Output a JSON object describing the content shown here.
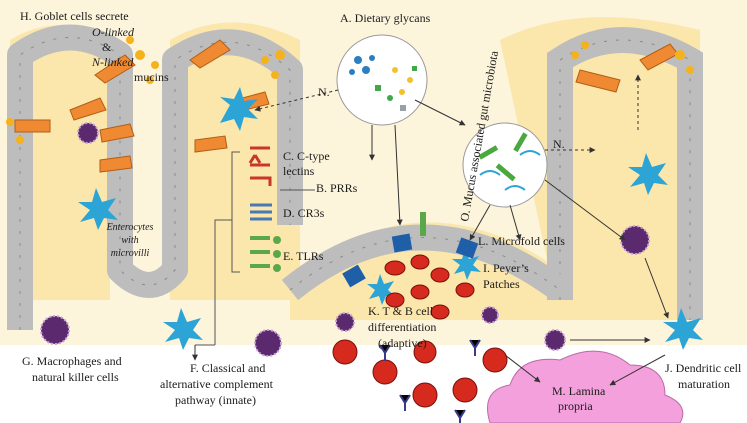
{
  "labels": {
    "a": "A. Dietary glycans",
    "b": "B. PRRs",
    "c1": "C. C-type",
    "c2": "lectins",
    "d": "D. CR3s",
    "e": "E. TLRs",
    "f1": "F. Classical and",
    "f2": "alternative complement",
    "f3": "pathway (innate)",
    "g1": "G. Macrophages and",
    "g2": "natural killer cells",
    "h1": "H. Goblet cells secrete",
    "h2": "O-linked",
    "h3": "&",
    "h4": "N-linked",
    "h5": "mucins",
    "i1": "I. Peyer’s",
    "i2": "Patches",
    "j1": "J. Dendritic cell",
    "j2": "maturation",
    "k1": "K. T & B cell",
    "k2": "differentiation",
    "k3": "(adaptive)",
    "l": "L. Microfold cells",
    "m1": "M. Lamina",
    "m2": "propria",
    "n": "N.",
    "o": "O. Mucus associated gut microbiota",
    "ent1": "Enterocytes",
    "ent2": "with",
    "ent3": "microvilli"
  },
  "colors": {
    "lamina": "#fbe6ac",
    "epithelium": "#cfcfcf",
    "goblet": "#f08a32",
    "dendritic": "#2ca4d6",
    "macrophage": "#5b2a6e",
    "mprop": "#f3a0dc",
    "tlr": "#5ba84a",
    "cr3": "#4a78b5",
    "ctype": "#c8352a",
    "mcell": "#1f5fa8",
    "bcell": "#d62a1f"
  }
}
